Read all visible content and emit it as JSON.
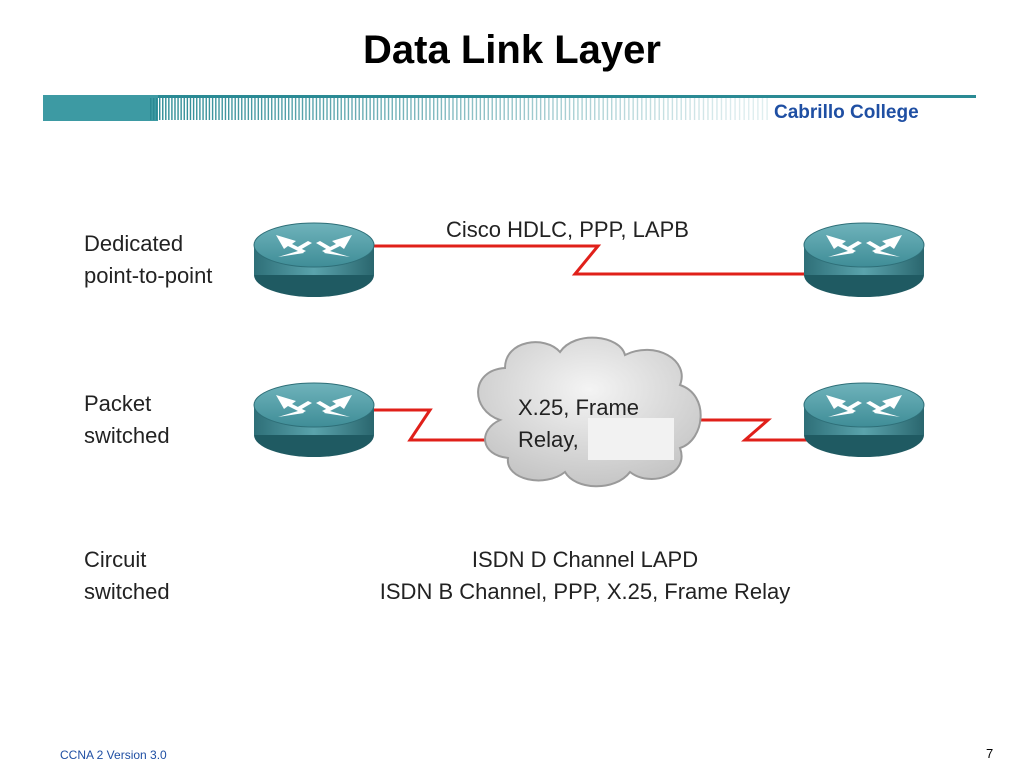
{
  "slide": {
    "title": "Data Link Layer",
    "brand": "Cabrillo College",
    "footer_left": "CCNA 2 Version 3.0",
    "page_number": "7"
  },
  "rows": [
    {
      "label_lines": [
        "Dedicated",
        "point-to-point"
      ],
      "protocols": "Cisco HDLC, PPP, LAPB"
    },
    {
      "label_lines": [
        "Packet",
        "switched"
      ],
      "cloud_lines": [
        "X.25, Frame",
        "Relay,"
      ]
    },
    {
      "label_lines": [
        "Circuit",
        "switched"
      ],
      "protocol_lines": [
        "ISDN D Channel LAPD",
        "ISDN B Channel, PPP, X.25, Frame Relay"
      ]
    }
  ],
  "colors": {
    "title_text": "#000000",
    "brand_blue": "#1f4fa3",
    "banner_teal": "#2a8a94",
    "link_red": "#e0201a",
    "router_teal": "#3d8c96",
    "cloud_fill": "#d6d6d6"
  },
  "icons": {
    "router": "router-icon",
    "cloud": "wan-cloud-icon",
    "serial_link": "serial-link-icon"
  }
}
